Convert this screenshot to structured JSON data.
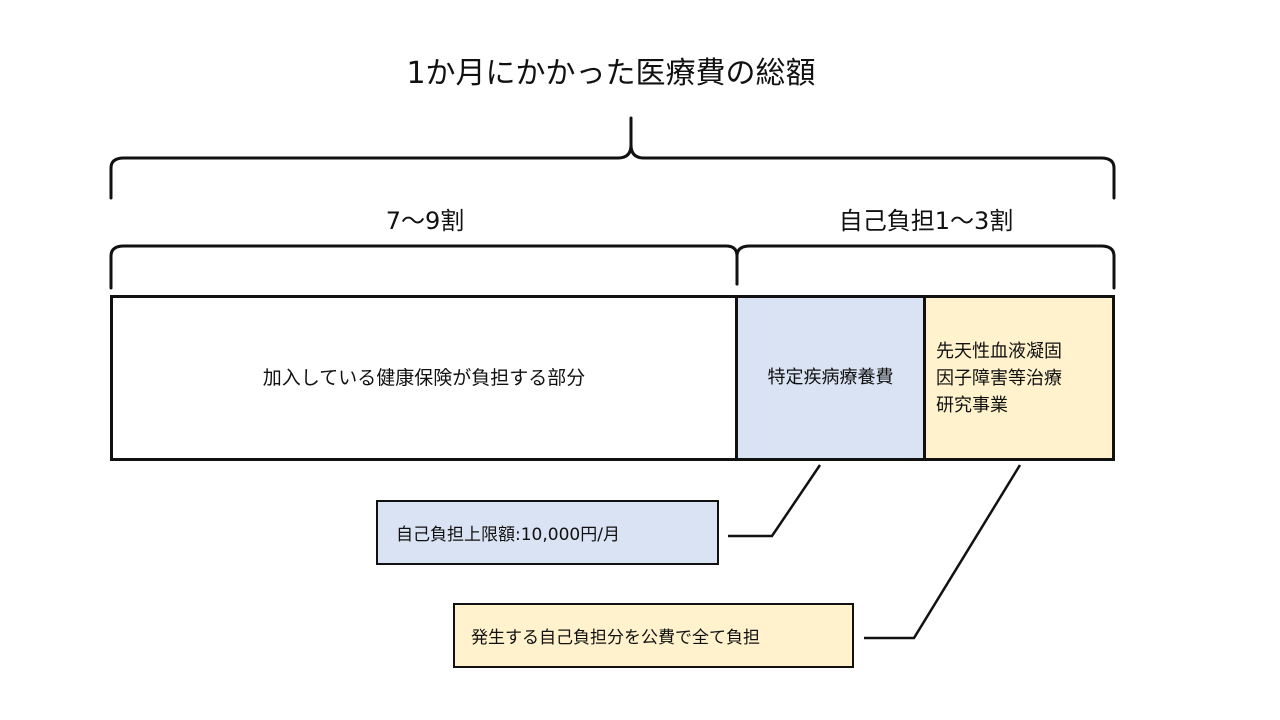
{
  "title": "1か月にかかった医療費の総額",
  "insurer_share_label": "7～9割",
  "patient_share_label": "自己負担1～3割",
  "segments": {
    "insurance": "加入している健康保険が負担する部分",
    "specific_disease": "特定疾病療養費",
    "research_program": "先天性血液凝固\n因子障害等治療\n研究事業"
  },
  "callouts": {
    "limit": "自己負担上限額:10,000円/月",
    "public_funding": "発生する自己負担分を公費で全て負担"
  },
  "colors": {
    "specific_disease_fill": "#dae3f3",
    "research_program_fill": "#fff2cc",
    "border": "#111111"
  }
}
